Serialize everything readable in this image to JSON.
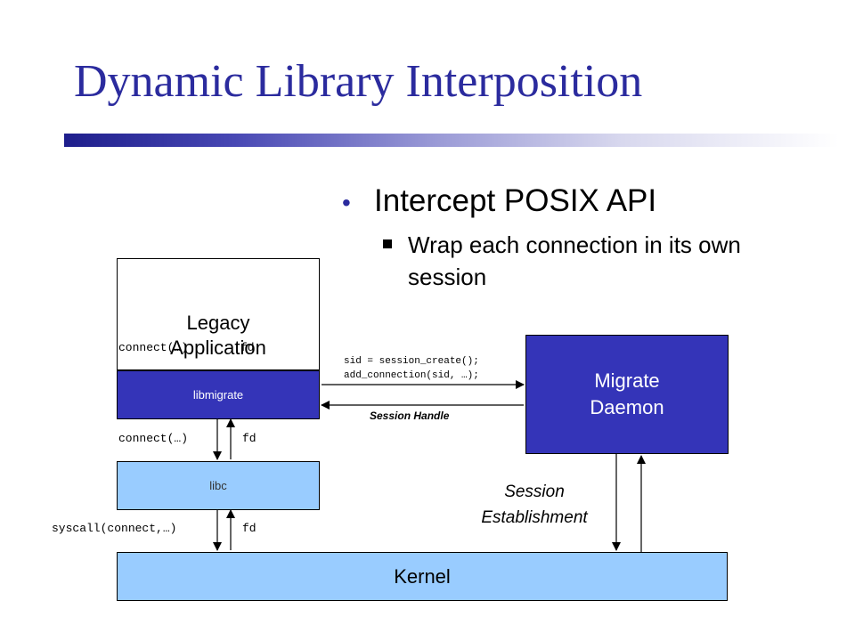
{
  "slide": {
    "title": "Dynamic Library Interposition",
    "bullet": "Intercept POSIX API",
    "sub_bullet": "Wrap each connection in its own session"
  },
  "diagram": {
    "legacy_line1": "Legacy",
    "legacy_line2": "Application",
    "libmigrate": "libmigrate",
    "libc": "libc",
    "kernel": "Kernel",
    "daemon_line1": "Migrate",
    "daemon_line2": "Daemon",
    "connect_upper": "connect(…)",
    "fd_upper": "fd",
    "connect_middle": "connect(…)",
    "fd_middle": "fd",
    "syscall": "syscall(connect,…)",
    "fd_lower": "fd",
    "code_line1": "sid = session_create();",
    "code_line2": "add_connection(sid, …);",
    "session_handle": "Session Handle",
    "establish_line1": "Session",
    "establish_line2": "Establishment"
  },
  "colors": {
    "title": "#2b2b9e",
    "dark_box": "#3434b8",
    "light_box": "#99ccff"
  }
}
